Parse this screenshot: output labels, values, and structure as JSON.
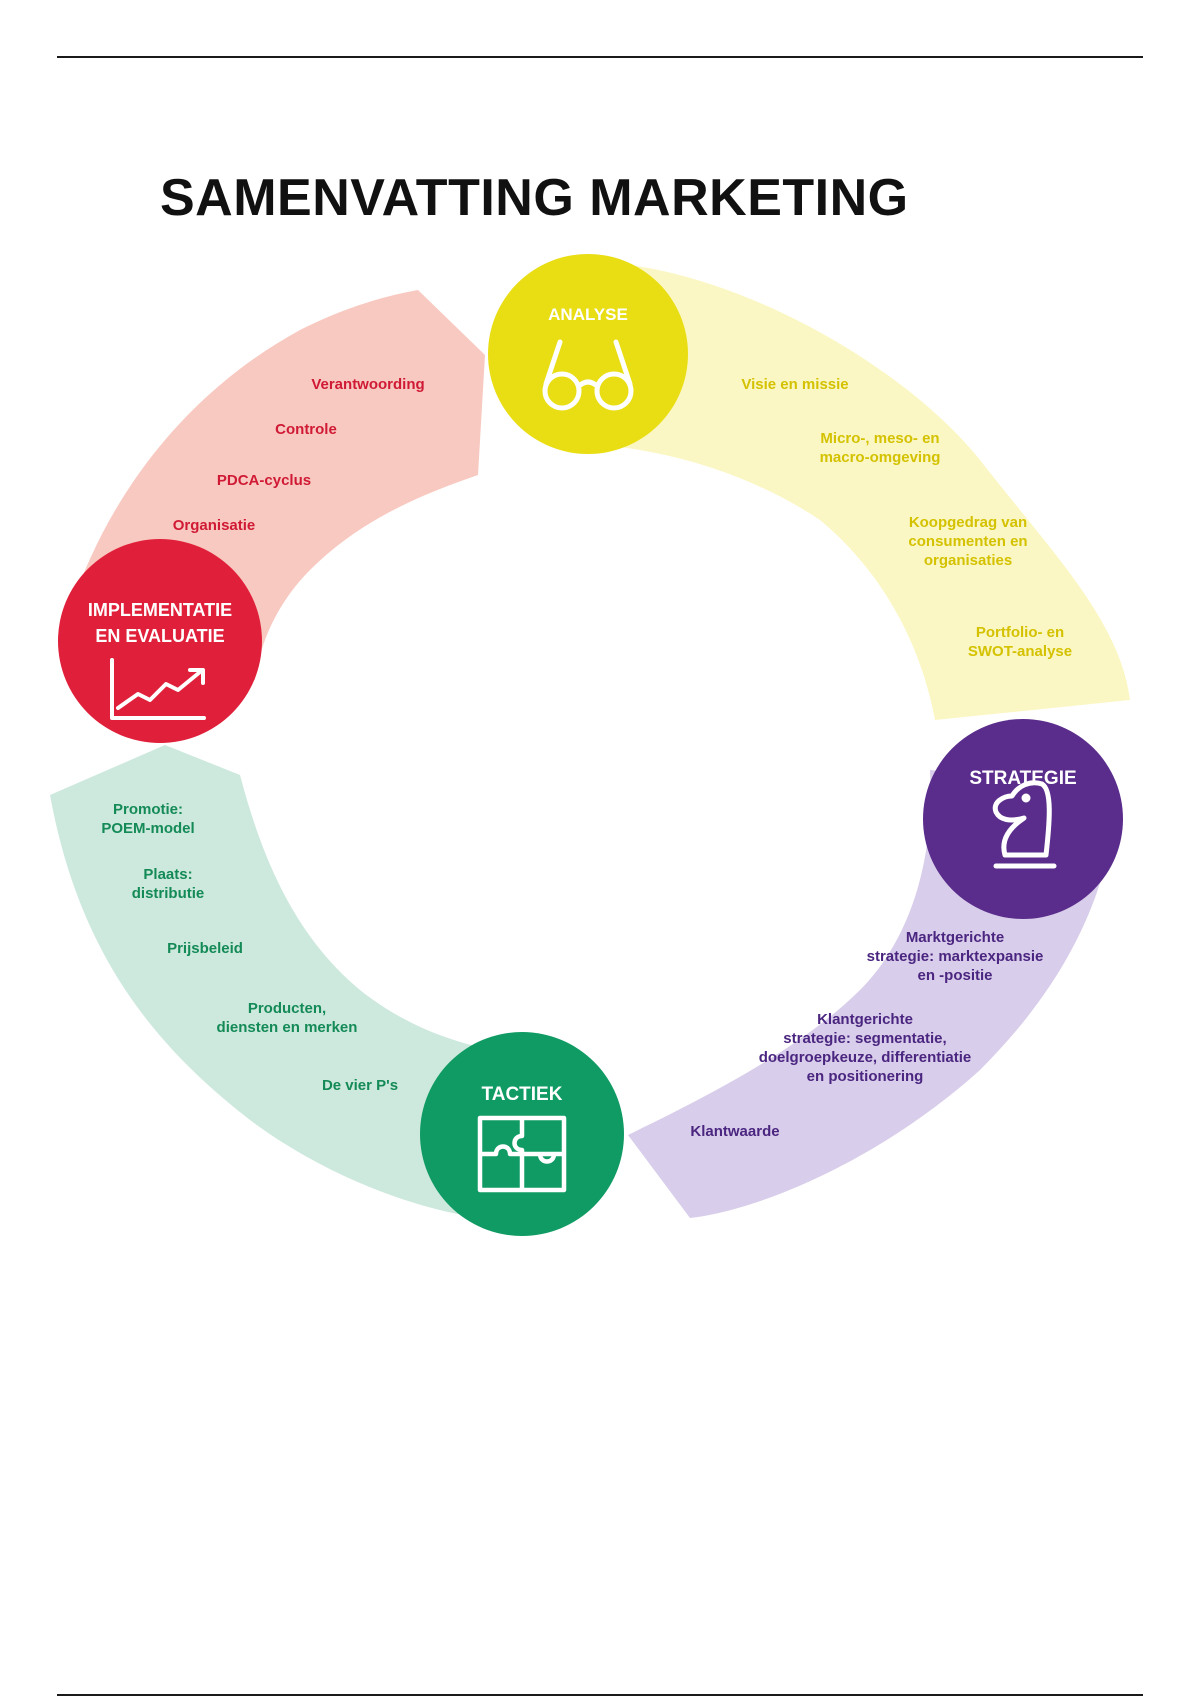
{
  "page": {
    "title": "SAMENVATTING MARKETING"
  },
  "colors": {
    "analyse": "#e9dd14",
    "analyse_band": "#fbf7c4",
    "analyse_text": "#d4c200",
    "strategie": "#5a2d8c",
    "strategie_band": "#d8cdea",
    "strategie_text": "#4b2680",
    "tactiek": "#0f9b63",
    "tactiek_band": "#cde9dd",
    "tactiek_text": "#148a57",
    "implementatie": "#e0203a",
    "implementatie_band": "#f8c9c0",
    "implementatie_text": "#d01a35"
  },
  "hubs": {
    "analyse": {
      "title": [
        "ANALYSE"
      ],
      "icon": "glasses-icon"
    },
    "strategie": {
      "title": [
        "STRATEGIE"
      ],
      "icon": "chess-knight-icon"
    },
    "tactiek": {
      "title": [
        "TACTIEK"
      ],
      "icon": "puzzle-icon"
    },
    "implementatie": {
      "title": [
        "IMPLEMENTATIE",
        "EN EVALUATIE"
      ],
      "icon": "rising-chart-icon"
    }
  },
  "segments": {
    "analyse": [
      [
        "Visie en missie"
      ],
      [
        "Micro-, meso- en",
        "macro-omgeving"
      ],
      [
        "Koopgedrag van",
        "consumenten en",
        "organisaties"
      ],
      [
        "Portfolio- en",
        "SWOT-analyse"
      ]
    ],
    "strategie": [
      [
        "Marktgerichte",
        "strategie: marktexpansie",
        "en -positie"
      ],
      [
        "Klantgerichte",
        "strategie: segmentatie,",
        "doelgroepkeuze, differentiatie",
        "en positionering"
      ],
      [
        "Klantwaarde"
      ]
    ],
    "tactiek": [
      [
        "Promotie:",
        "POEM-model"
      ],
      [
        "Plaats:",
        "distributie"
      ],
      [
        "Prijsbeleid"
      ],
      [
        "Producten,",
        "diensten en merken"
      ],
      [
        "De vier P's"
      ]
    ],
    "implementatie": [
      [
        "Verantwoording"
      ],
      [
        "Controle"
      ],
      [
        "PDCA-cyclus"
      ],
      [
        "Organisatie"
      ]
    ]
  }
}
